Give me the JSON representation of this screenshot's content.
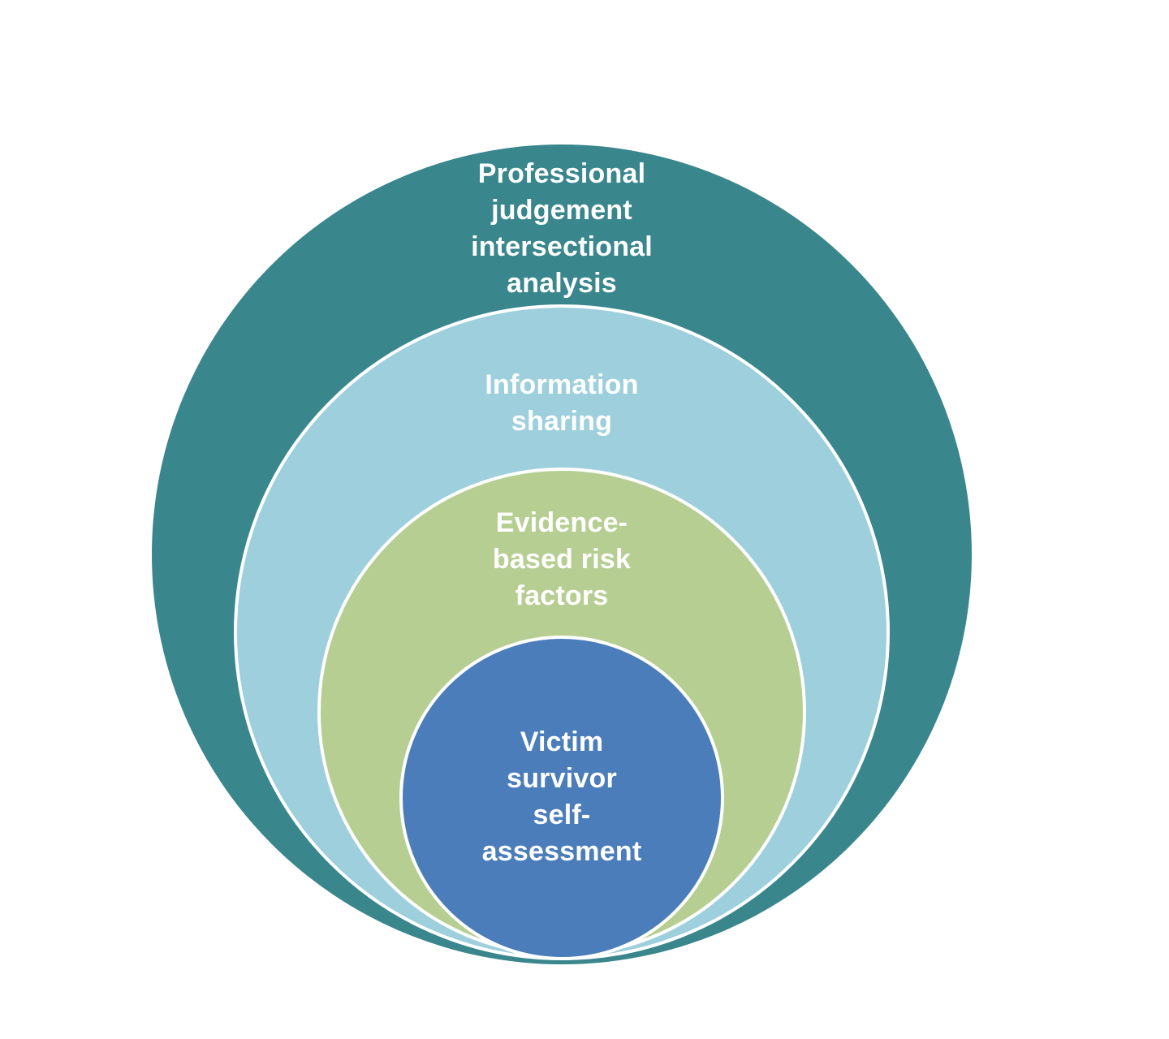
{
  "diagram": {
    "type": "nested-circles",
    "background_hex": "#ffffff",
    "stroke_hex": "#ffffff",
    "rings": [
      {
        "id": "professional-judgement-intersectional-analysis",
        "label": "Professional\njudgement\nintersectional\nanalysis",
        "color_hex": "#39868d",
        "text_color_hex": "#ffffff",
        "level": 1
      },
      {
        "id": "information-sharing",
        "label": "Information\nsharing",
        "color_hex": "#9dcfdd",
        "text_color_hex": "#ffffff",
        "level": 2
      },
      {
        "id": "evidence-based-risk-factors",
        "label": "Evidence-\nbased risk\nfactors",
        "color_hex": "#b6ce92",
        "text_color_hex": "#ffffff",
        "level": 3
      },
      {
        "id": "victim-survivor-self-assessment",
        "label": "Victim\nsurvivor\nself-\nassessment",
        "color_hex": "#4b7dba",
        "text_color_hex": "#ffffff",
        "level": 4
      }
    ]
  }
}
